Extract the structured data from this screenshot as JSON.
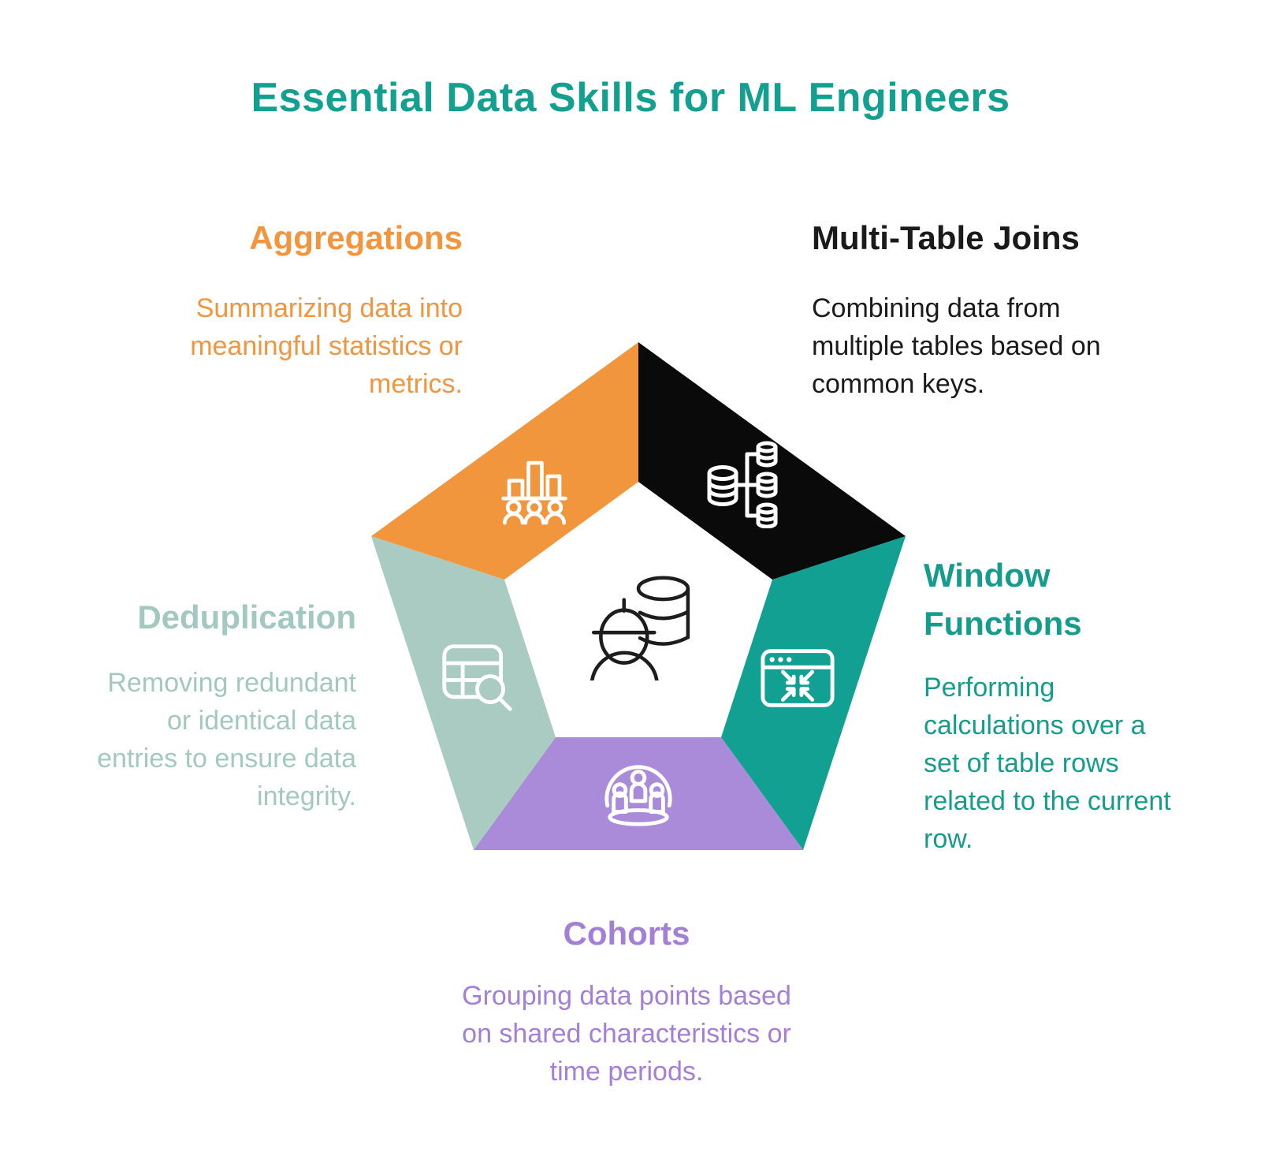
{
  "title": {
    "text": "Essential Data Skills for ML Engineers",
    "color": "#14a090"
  },
  "skills": [
    {
      "id": "aggregations",
      "label": "Aggregations",
      "description": "Summarizing data into\nmeaningful statistics or\nmetrics.",
      "color": "#f2963e",
      "text_color": "#f2953d",
      "icon": "bar-chart-people-icon"
    },
    {
      "id": "multi-table-joins",
      "label": "Multi-Table Joins",
      "description": "Combining data from\nmultiple tables based on\ncommon keys.",
      "color": "#0a0a0a",
      "text_color": "#1a1a1a",
      "icon": "database-join-icon"
    },
    {
      "id": "window-functions",
      "label": "Window Functions",
      "description": "Performing\ncalculations over a\nset of table rows\nrelated to the current\nrow.",
      "color": "#12a092",
      "text_color": "#169c8c",
      "icon": "window-collapse-arrows-icon"
    },
    {
      "id": "cohorts",
      "label": "Cohorts",
      "description": "Grouping data points based\non shared characteristics or\ntime periods.",
      "color": "#a98bd9",
      "text_color": "#a37fd5",
      "icon": "people-group-dome-icon"
    },
    {
      "id": "deduplication",
      "label": "Deduplication",
      "description": "Removing redundant\nor identical data\nentries to ensure data\nintegrity.",
      "color": "#a9cbc2",
      "text_color": "#a2c8bf",
      "icon": "table-magnifier-icon"
    }
  ],
  "center": {
    "icon": "engineer-database-icon"
  }
}
